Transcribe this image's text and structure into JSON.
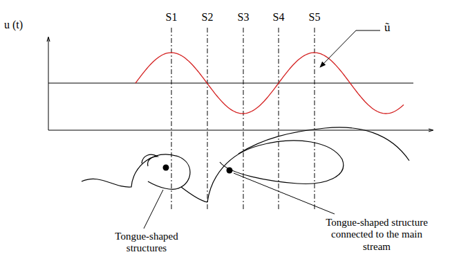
{
  "diagram": {
    "labels": [
      "u (t)",
      "S1",
      "S2",
      "S3",
      "S4",
      "S5",
      "ũ",
      "Tongue-shaped structures",
      "Tongue-shaped structure connected to the main stream"
    ]
  }
}
